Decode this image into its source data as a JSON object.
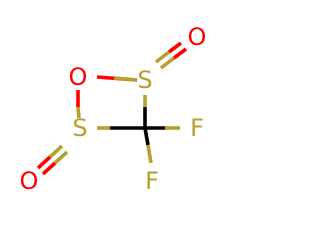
{
  "molecule": {
    "atoms": {
      "o_ring": "O",
      "s_top": "S",
      "s_left": "S",
      "o_top_right": "O",
      "o_bottom_left": "O",
      "f_right": "F",
      "f_bottom": "F"
    },
    "colors": {
      "oxygen": "#ff0000",
      "sulfur": "#b2a12c",
      "fluorine": "#b2a12c",
      "carbon_bond": "#000000"
    }
  }
}
